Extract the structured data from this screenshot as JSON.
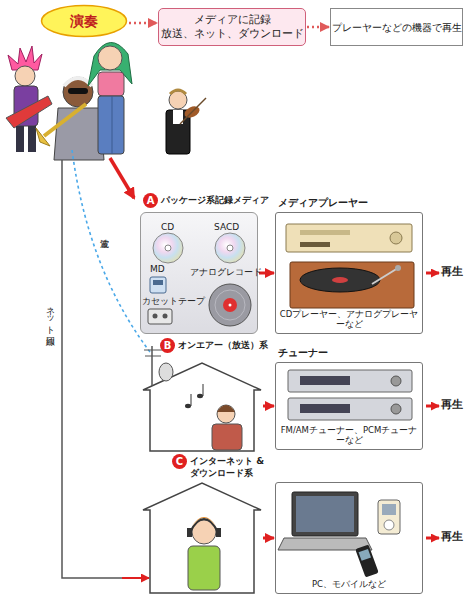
{
  "diagram": {
    "nodes": [
      {
        "text": [
          "演奏"
        ]
      },
      {
        "text": [
          "メディアに記録",
          "放送、ネット、ダウンロード"
        ]
      },
      {
        "text": [
          "プレーヤーなどの機器で再生"
        ]
      },
      {
        "text": [
          "A",
          "パッケージ系記録メディア"
        ]
      },
      {
        "text": [
          "メディアプレーヤー",
          "CDプレーヤー、アナログプレーヤーなど"
        ]
      },
      {
        "text": [
          "B",
          "オンエアー（放送）系"
        ]
      },
      {
        "text": [
          "チューナー",
          "FM/AMチューナー、PCMチューナーなど"
        ]
      },
      {
        "text": [
          "C",
          "インターネット & ダウンロード系"
        ]
      },
      {
        "text": [
          "PC、モバイルなど"
        ]
      }
    ],
    "edges": [
      {
        "from": 0,
        "to": 1,
        "arrow": "to"
      },
      {
        "from": 1,
        "to": 2,
        "arrow": "to"
      },
      {
        "from": 3,
        "to": 4,
        "arrow": "to"
      },
      {
        "from": 5,
        "to": 6,
        "arrow": "to"
      },
      {
        "from": 7,
        "to": 8,
        "arrow": "to"
      }
    ],
    "labels": [
      "CD",
      "SACD",
      "MD",
      "アナログレコード",
      "カセットテープ",
      "電波",
      "ネット回線",
      "再生",
      "再生",
      "再生"
    ]
  }
}
